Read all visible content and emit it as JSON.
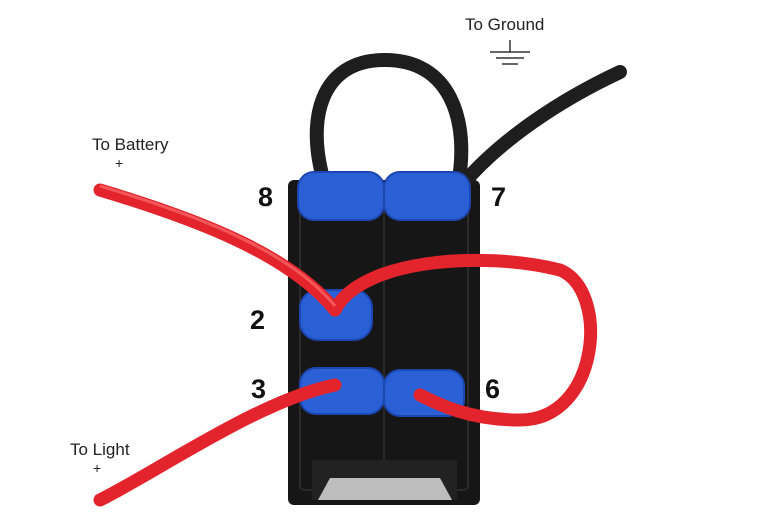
{
  "labels": {
    "ground": "To Ground",
    "battery": "To Battery",
    "battery_sign": "+",
    "light": "To Light",
    "light_sign": "+"
  },
  "pins": {
    "p8": "8",
    "p7": "7",
    "p2": "2",
    "p3": "3",
    "p6": "6"
  },
  "colors": {
    "wire_red": "#e4242c",
    "wire_black": "#1e1e1e",
    "connector_blue": "#2a5fd6",
    "switch_body": "#161616"
  }
}
